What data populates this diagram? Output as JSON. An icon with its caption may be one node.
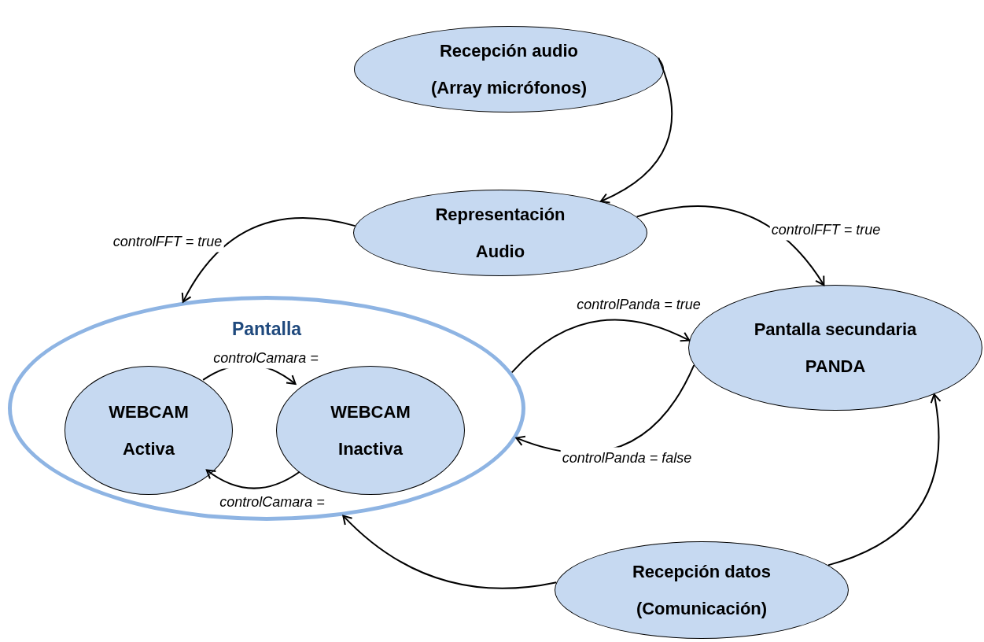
{
  "diagram": {
    "nodes": [
      {
        "text": [
          "Recepción audio",
          "(Array micrófonos)"
        ]
      },
      {
        "text": [
          "Representación",
          "Audio"
        ]
      },
      {
        "text": [
          "Pantalla"
        ]
      },
      {
        "text": [
          "WEBCAM",
          "Activa"
        ],
        "in": 2
      },
      {
        "text": [
          "WEBCAM",
          "Inactiva"
        ],
        "in": 2
      },
      {
        "text": [
          "Pantalla secundaria",
          "PANDA"
        ]
      },
      {
        "text": [
          "Recepción datos",
          "(Comunicación)"
        ]
      }
    ],
    "edges": [
      {
        "from": 0,
        "to": 1,
        "arrow": "to"
      },
      {
        "from": 1,
        "to": 2,
        "arrow": "to",
        "label": "controlFFT = true"
      },
      {
        "from": 1,
        "to": 5,
        "arrow": "to",
        "label": "controlFFT = true"
      },
      {
        "from": 2,
        "to": 5,
        "arrow": "to",
        "label": "controlPanda = true"
      },
      {
        "from": 5,
        "to": 2,
        "arrow": "to",
        "label": "controlPanda = false"
      },
      {
        "from": 3,
        "to": 4,
        "arrow": "to",
        "label": "controlCamara ="
      },
      {
        "from": 4,
        "to": 3,
        "arrow": "to",
        "label": "controlCamara ="
      },
      {
        "from": 6,
        "to": 5,
        "arrow": "to"
      },
      {
        "from": 6,
        "to": 2,
        "arrow": "to"
      }
    ]
  }
}
